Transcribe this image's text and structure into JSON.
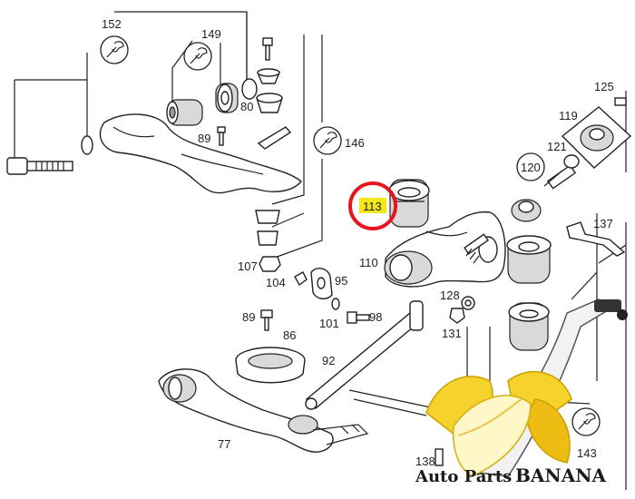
{
  "callouts": {
    "c152": "152",
    "c149": "149",
    "c146": "146",
    "c80": "80",
    "c89a": "89",
    "c107": "107",
    "c104": "104",
    "c95": "95",
    "c101": "101",
    "c98": "98",
    "c89b": "89",
    "c86": "86",
    "c92": "92",
    "c77": "77",
    "c110": "110",
    "c113": "113",
    "c128": "128",
    "c131": "131",
    "c125": "125",
    "c119": "119",
    "c121": "121",
    "c120": "120",
    "c137": "137",
    "c138": "138",
    "c143": "143"
  },
  "highlight": {
    "label": "113",
    "color": "#f5e81a",
    "ring_color": "#e8141e"
  },
  "watermark": {
    "text_a": "Auto Parts ",
    "text_b": "BANANA"
  },
  "icons": [
    "wrench-icon",
    "banana-logo-icon"
  ]
}
